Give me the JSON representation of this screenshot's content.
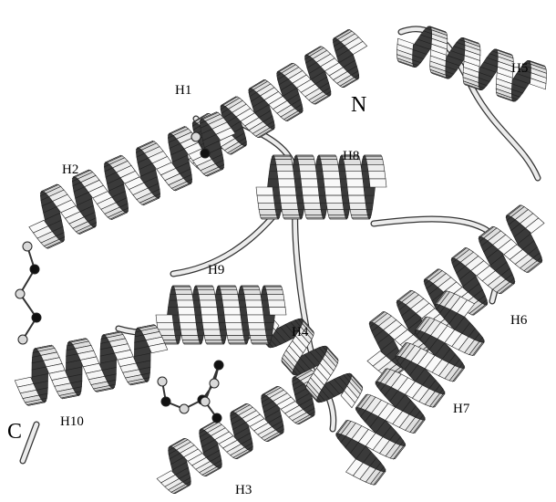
{
  "figure": {
    "helices": [
      {
        "id": "H1",
        "label": "H1"
      },
      {
        "id": "H2",
        "label": "H2"
      },
      {
        "id": "H3",
        "label": "H3"
      },
      {
        "id": "H4",
        "label": "H4"
      },
      {
        "id": "H5",
        "label": "H5"
      },
      {
        "id": "H6",
        "label": "H6"
      },
      {
        "id": "H7",
        "label": "H7"
      },
      {
        "id": "H8",
        "label": "H8"
      },
      {
        "id": "H9",
        "label": "H9"
      },
      {
        "id": "H10",
        "label": "H10"
      }
    ],
    "termini": {
      "n": "N",
      "c": "C"
    },
    "colors": {
      "ribbon_light": "#f2f2f2",
      "ribbon_dark": "#3a3a3a",
      "outline": "#222222",
      "atom_dark": "#111111",
      "atom_light": "#d9d9d9"
    }
  }
}
